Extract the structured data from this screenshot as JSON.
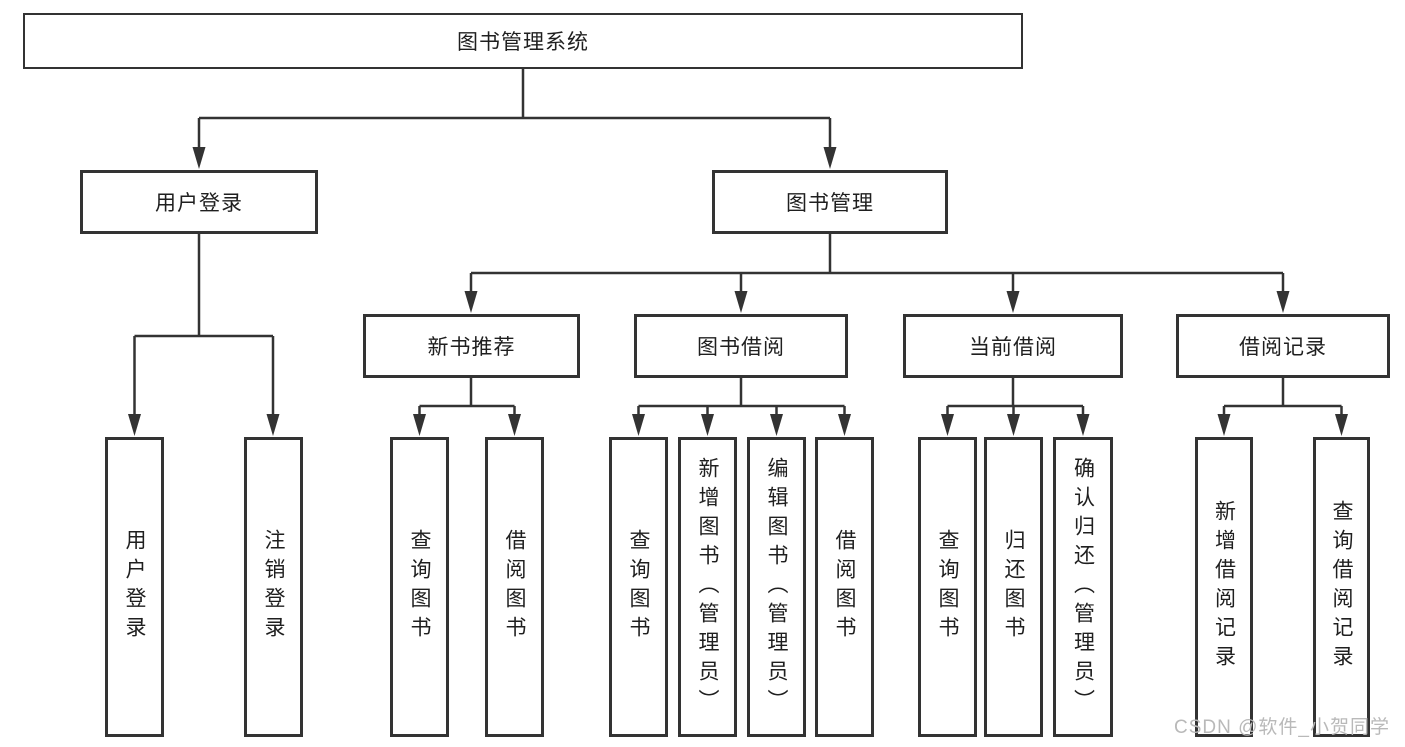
{
  "diagram": {
    "type": "hierarchy-tree",
    "colors": {
      "line": "#333333",
      "border": "#333333",
      "text": "#1f1f1f",
      "background": "#ffffff",
      "watermark": "#b9b9b9"
    },
    "tree": {
      "label": "图书管理系统",
      "children": [
        {
          "label": "用户登录",
          "children": [
            {
              "label": "用户登录"
            },
            {
              "label": "注销登录"
            }
          ]
        },
        {
          "label": "图书管理",
          "children": [
            {
              "label": "新书推荐",
              "children": [
                {
                  "label": "查询图书"
                },
                {
                  "label": "借阅图书"
                }
              ]
            },
            {
              "label": "图书借阅",
              "children": [
                {
                  "label": "查询图书"
                },
                {
                  "label": "新增图书（管理员）"
                },
                {
                  "label": "编辑图书（管理员）"
                },
                {
                  "label": "借阅图书"
                }
              ]
            },
            {
              "label": "当前借阅",
              "children": [
                {
                  "label": "查询图书"
                },
                {
                  "label": "归还图书"
                },
                {
                  "label": "确认归还（管理员）"
                }
              ]
            },
            {
              "label": "借阅记录",
              "children": [
                {
                  "label": "新增借阅记录"
                },
                {
                  "label": "查询借阅记录"
                }
              ]
            }
          ]
        }
      ]
    }
  },
  "watermark": {
    "text": "CSDN @软件_小贺同学"
  }
}
